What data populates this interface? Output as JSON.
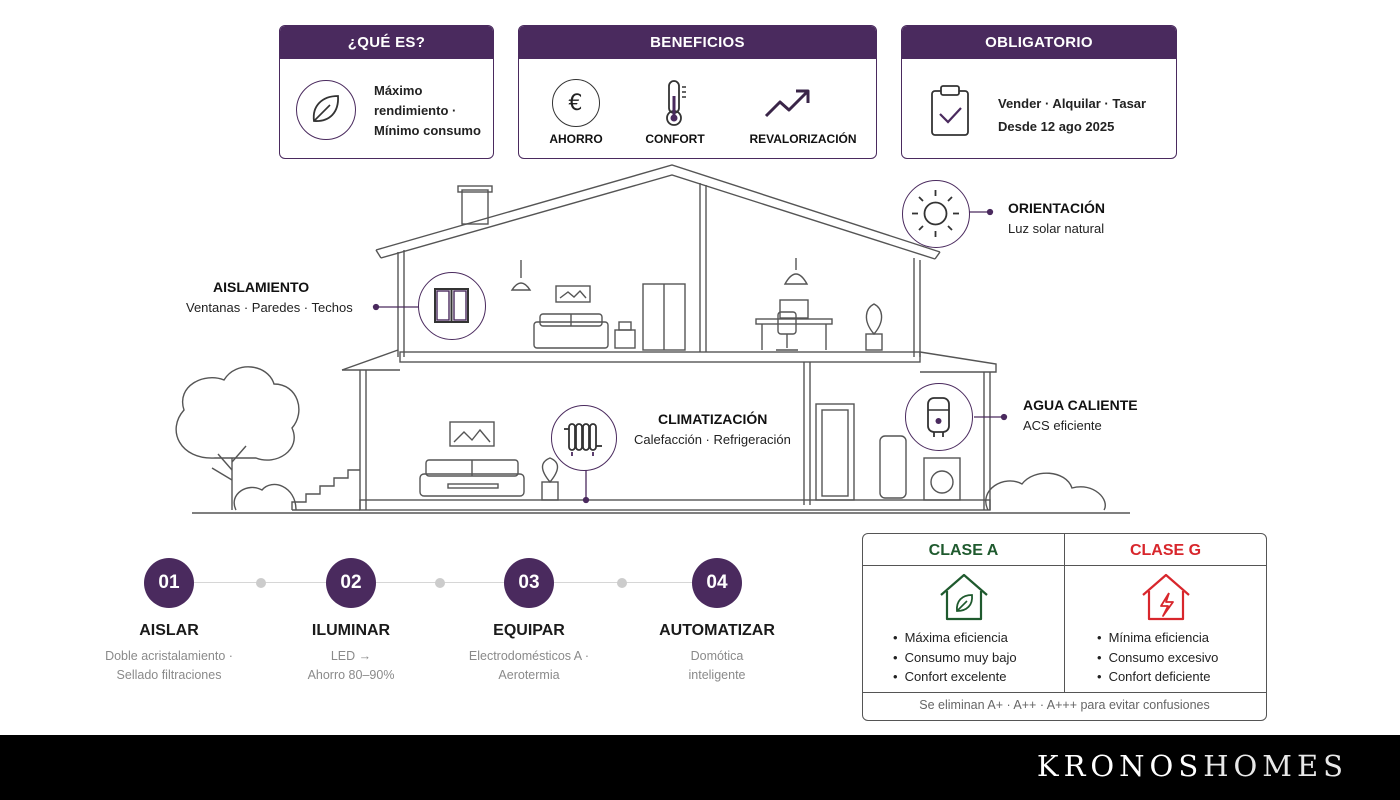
{
  "panels": {
    "que_es": {
      "title": "¿QUÉ ES?",
      "lines": [
        "Máximo",
        "rendimiento ·",
        "Mínimo consumo"
      ]
    },
    "beneficios": {
      "title": "BENEFICIOS",
      "items": [
        "AHORRO",
        "CONFORT",
        "REVALORIZACIÓN"
      ]
    },
    "obligatorio": {
      "title": "OBLIGATORIO",
      "lines": [
        "Vender · Alquilar · Tasar",
        "Desde 12 ago 2025"
      ]
    }
  },
  "labels": {
    "orientacion": {
      "title": "ORIENTACIÓN",
      "sub": "Luz solar natural"
    },
    "aislamiento": {
      "title": "AISLAMIENTO",
      "sub": "Ventanas · Paredes · Techos"
    },
    "climatizacion": {
      "title": "CLIMATIZACIÓN",
      "sub": "Calefacción · Refrigeración"
    },
    "agua_caliente": {
      "title": "AGUA CALIENTE",
      "sub": "ACS eficiente"
    }
  },
  "steps": [
    {
      "num": "01",
      "title": "AISLAR",
      "desc": [
        "Doble acristalamiento ·",
        "Sellado filtraciones"
      ]
    },
    {
      "num": "02",
      "title": "ILUMINAR",
      "desc": [
        "LED →",
        "Ahorro 80–90%"
      ]
    },
    {
      "num": "03",
      "title": "EQUIPAR",
      "desc": [
        "Electrodomésticos A ·",
        "Aerotermia"
      ]
    },
    {
      "num": "04",
      "title": "AUTOMATIZAR",
      "desc": [
        "Domótica",
        "inteligente"
      ]
    }
  ],
  "classes": {
    "a": {
      "title": "CLASE A",
      "color": "#1f5a2e",
      "bullets": [
        "Máxima eficiencia",
        "Consumo muy bajo",
        "Confort excelente"
      ]
    },
    "g": {
      "title": "CLASE G",
      "color": "#d8262c",
      "bullets": [
        "Mínima eficiencia",
        "Consumo excesivo",
        "Confort deficiente"
      ]
    },
    "note": "Se eliminan A+ · A++ · A+++ para evitar confusiones"
  },
  "brand": {
    "part1": "KRONOS",
    "part2": "HOMES"
  },
  "colors": {
    "accent": "#4a2a5e",
    "line": "#555555"
  }
}
